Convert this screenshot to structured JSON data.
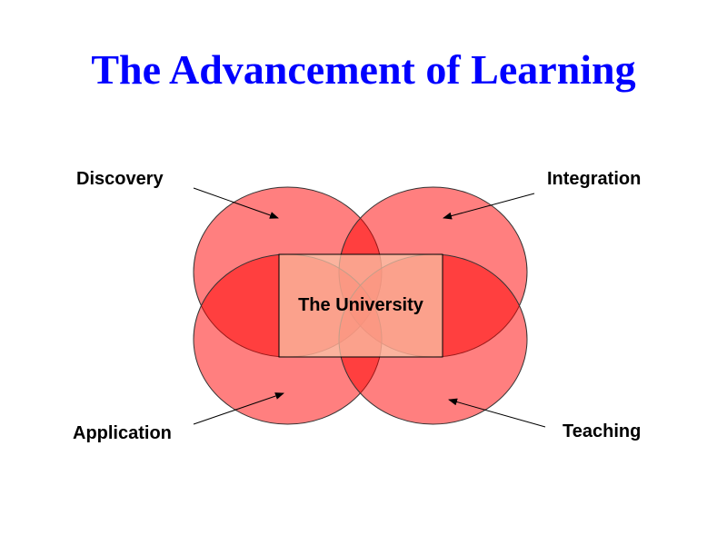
{
  "title": "The Advancement of Learning",
  "labels": {
    "discovery": "Discovery",
    "integration": "Integration",
    "application": "Application",
    "teaching": "Teaching",
    "center": "The University"
  },
  "colors": {
    "title": "#0000ff",
    "circle": "#ff0000",
    "center_box": "#f8b090"
  }
}
